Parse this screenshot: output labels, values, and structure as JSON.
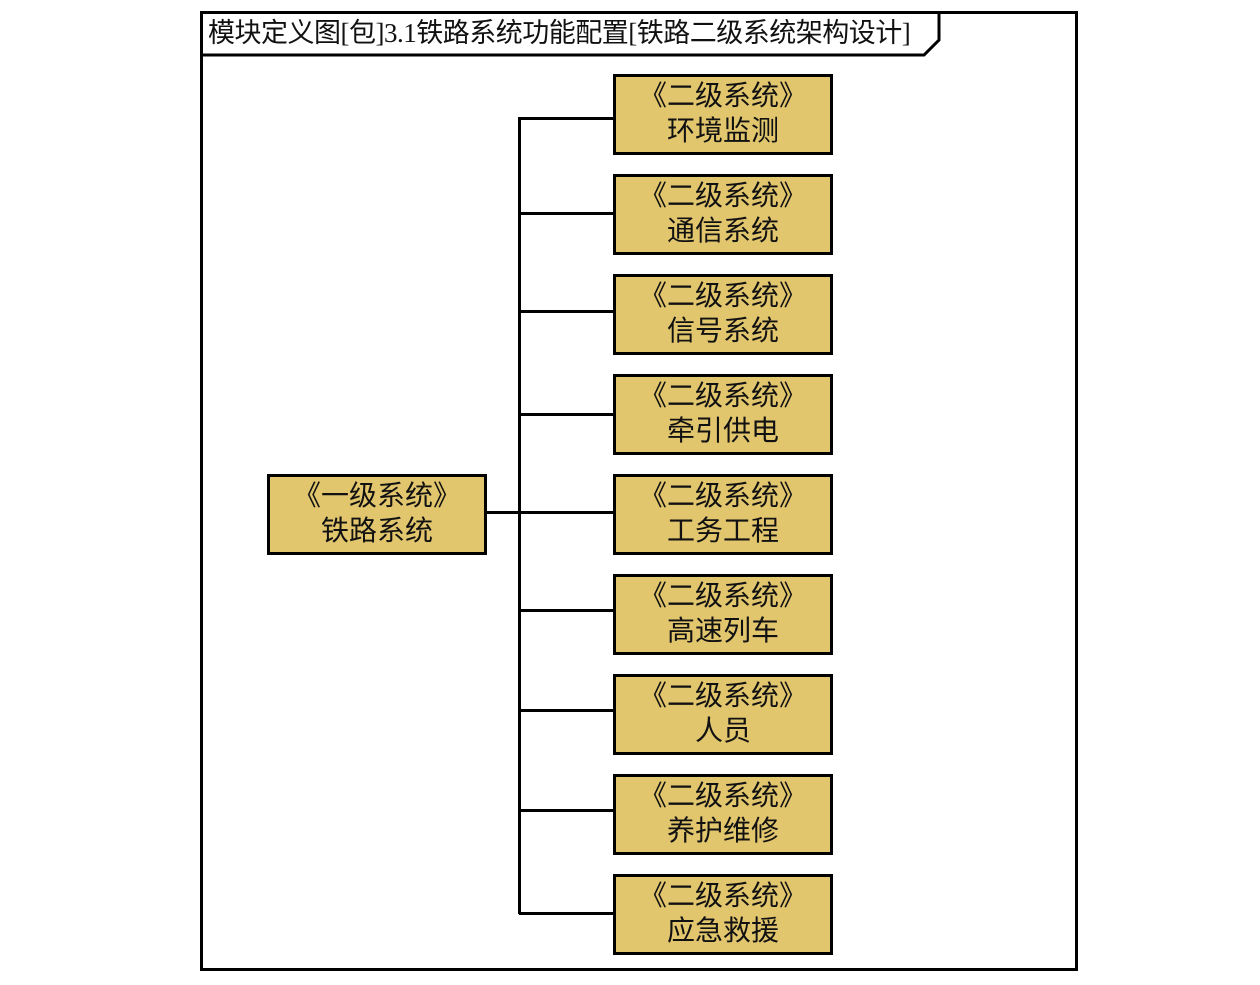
{
  "diagram": {
    "title": "模块定义图[包]3.1铁路系统功能配置[铁路二级系统架构设计]",
    "colors": {
      "block_fill": "#E2C66E",
      "stroke": "#000000"
    },
    "root": {
      "stereotype": "《一级系统》",
      "name": "铁路系统"
    },
    "children": [
      {
        "stereotype": "《二级系统》",
        "name": "环境监测"
      },
      {
        "stereotype": "《二级系统》",
        "name": "通信系统"
      },
      {
        "stereotype": "《二级系统》",
        "name": "信号系统"
      },
      {
        "stereotype": "《二级系统》",
        "name": "牵引供电"
      },
      {
        "stereotype": "《二级系统》",
        "name": "工务工程"
      },
      {
        "stereotype": "《二级系统》",
        "name": "高速列车"
      },
      {
        "stereotype": "《二级系统》",
        "name": "人员"
      },
      {
        "stereotype": "《二级系统》",
        "name": "养护维修"
      },
      {
        "stereotype": "《二级系统》",
        "name": "应急救援"
      }
    ]
  }
}
